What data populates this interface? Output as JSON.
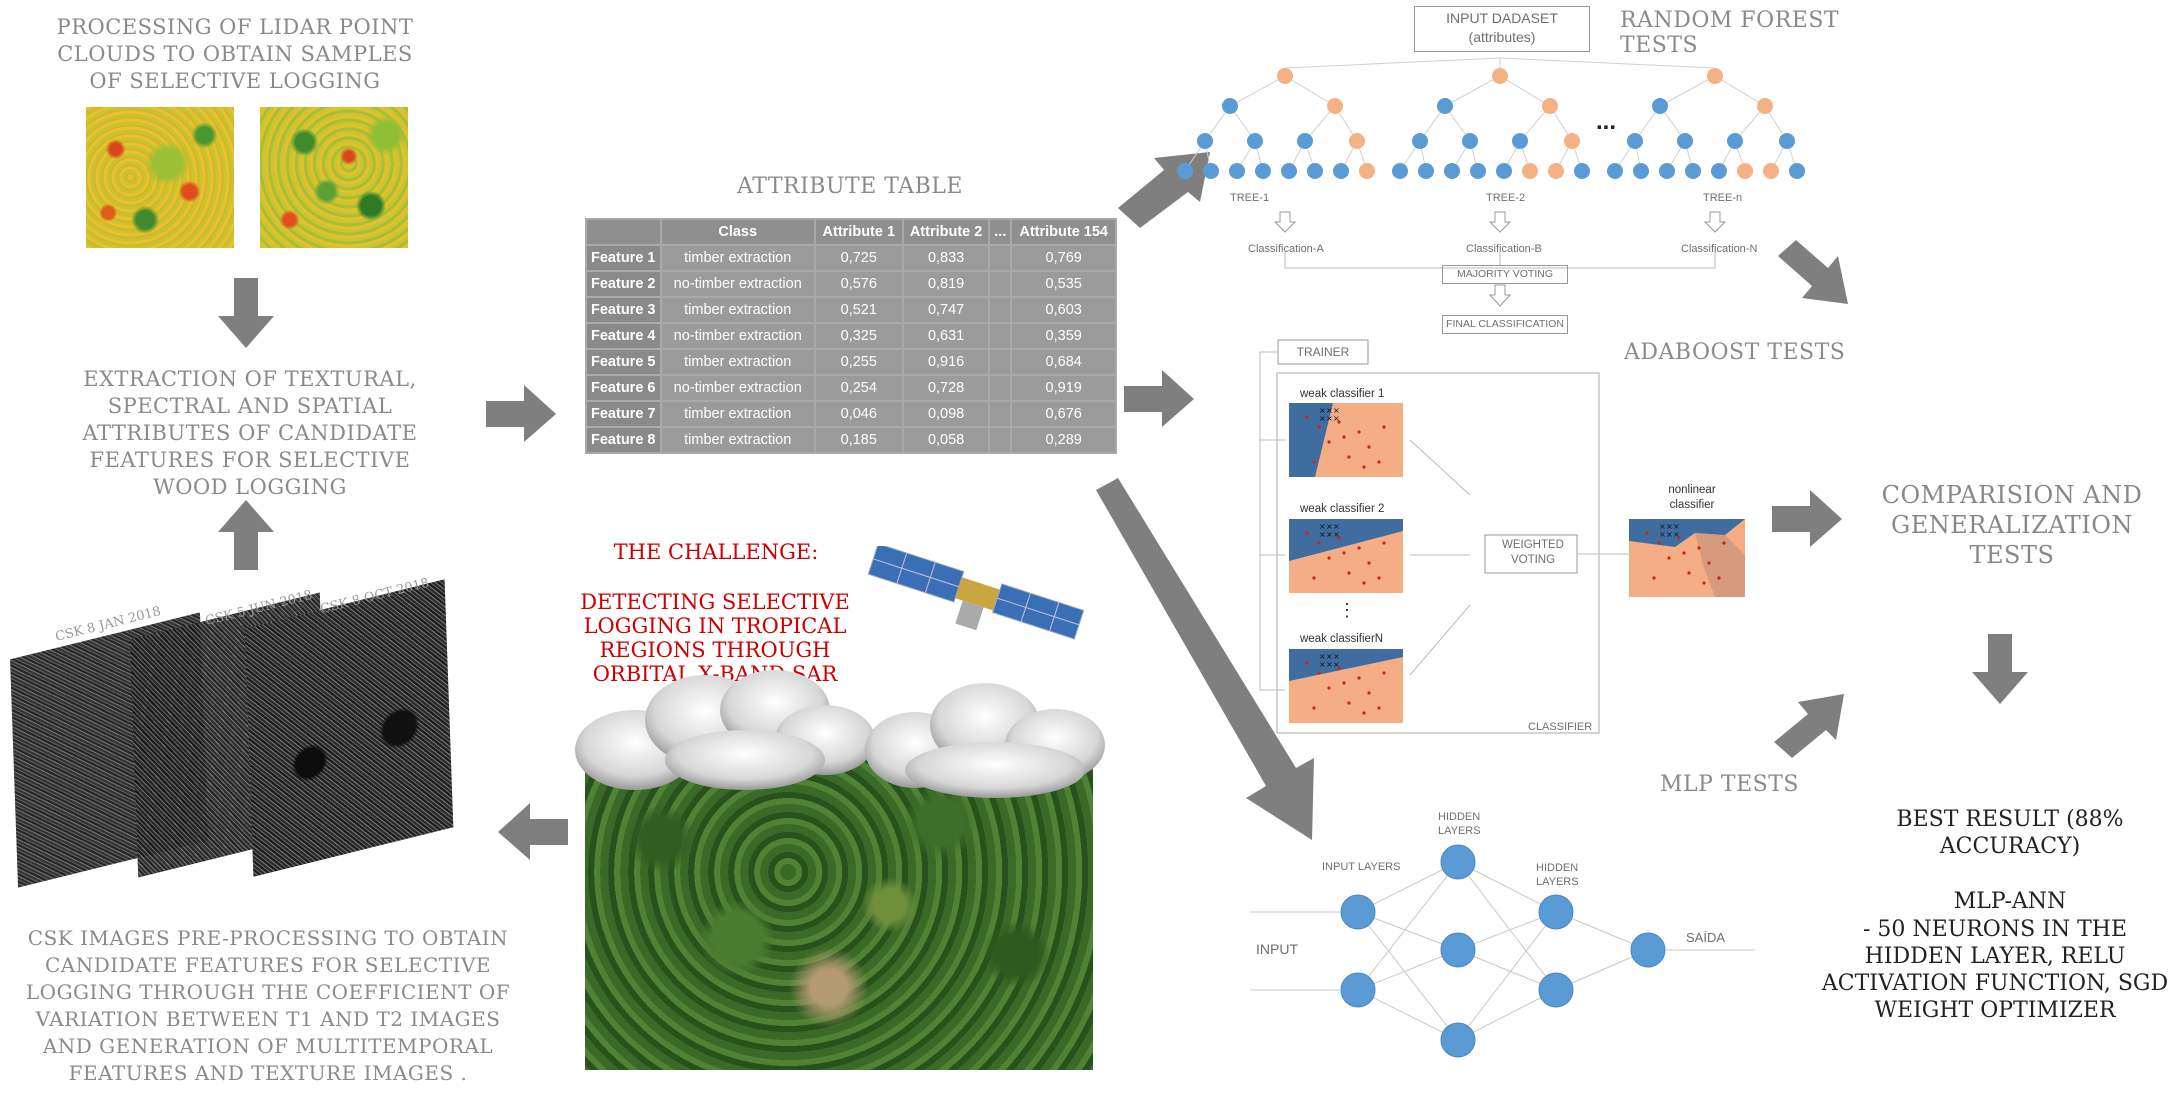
{
  "lidar": {
    "title": "PROCESSING OF LIDAR POINT CLOUDS TO OBTAIN SAMPLES OF SELECTIVE LOGGING"
  },
  "extraction": {
    "title": "EXTRACTION OF TEXTURAL, SPECTRAL AND SPATIAL ATTRIBUTES OF CANDIDATE FEATURES FOR SELECTIVE WOOD LOGGING"
  },
  "sar": {
    "labels": [
      "CSK 8 JAN 2018",
      "CSK 5 JUN 2018",
      "CSK 8 OCT 2018"
    ],
    "caption": "CSK IMAGES PRE-PROCESSING  TO OBTAIN CANDIDATE FEATURES FOR SELECTIVE LOGGING THROUGH THE COEFFICIENT OF VARIATION BETWEEN T1 AND T2 IMAGES AND GENERATION OF MULTITEMPORAL FEATURES AND TEXTURE IMAGES  ."
  },
  "attribute_table": {
    "title": "ATTRIBUTE TABLE",
    "headers": [
      "",
      "Class",
      "Attribute 1",
      "Attribute 2",
      "...",
      "Attribute 154"
    ],
    "rows": [
      [
        "Feature 1",
        "timber extraction",
        "0,725",
        "0,833",
        "",
        "0,769"
      ],
      [
        "Feature 2",
        "no-timber extraction",
        "0,576",
        "0,819",
        "",
        "0,535"
      ],
      [
        "Feature 3",
        "timber extraction",
        "0,521",
        "0,747",
        "",
        "0,603"
      ],
      [
        "Feature 4",
        "no-timber extraction",
        "0,325",
        "0,631",
        "",
        "0,359"
      ],
      [
        "Feature 5",
        "timber extraction",
        "0,255",
        "0,916",
        "",
        "0,684"
      ],
      [
        "Feature 6",
        "no-timber extraction",
        "0,254",
        "0,728",
        "",
        "0,919"
      ],
      [
        "Feature 7",
        "timber extraction",
        "0,046",
        "0,098",
        "",
        "0,676"
      ],
      [
        "Feature 8",
        "timber extraction",
        "0,185",
        "0,058",
        "",
        "0,289"
      ]
    ]
  },
  "challenge": {
    "title": "THE CHALLENGE:",
    "text": "DETECTING SELECTIVE LOGGING IN TROPICAL REGIONS THROUGH ORBITAL X-BAND SAR"
  },
  "random_forest": {
    "title": "RANDOM FOREST TESTS",
    "input_box": "INPUT DADASET (attributes)",
    "trees": [
      "TREE-1",
      "TREE-2",
      "TREE-n"
    ],
    "classifications": [
      "Classification-A",
      "Classification-B",
      "Classification-N"
    ],
    "ellipsis": "...",
    "majority": "MAJORITY VOTING",
    "final": "FINAL CLASSIFICATION"
  },
  "adaboost": {
    "title": "ADABOOST TESTS",
    "trainer": "TRAINER",
    "weak": [
      "weak classifier 1",
      "weak classifier 2",
      "weak classifierN"
    ],
    "weighted": "WEIGHTED VOTING",
    "nonlinear": "nonlinear classifier",
    "classifier": "CLASSIFIER",
    "dots": "⋮"
  },
  "mlp": {
    "title": "MLP TESTS",
    "input": "INPUT",
    "input_layers": "INPUT LAYERS",
    "hidden1": "HIDDEN LAYERS",
    "hidden2": "HIDDEN LAYERS",
    "output": "SAÍDA"
  },
  "comparison": {
    "title": "COMPARISION AND GENERALIZATION TESTS"
  },
  "best": {
    "line1": "BEST RESULT (88% ACCURACY)",
    "line2": "MLP-ANN",
    "line3": "- 50 NEURONS IN THE HIDDEN LAYER, RELU ACTIVATION FUNCTION, SGD WEIGHT OPTIMIZER"
  },
  "colors": {
    "arrow": "#7f7f7f",
    "node_blue": "#5b9bd5",
    "node_orange": "#f4b183",
    "red": "#cc0000"
  }
}
